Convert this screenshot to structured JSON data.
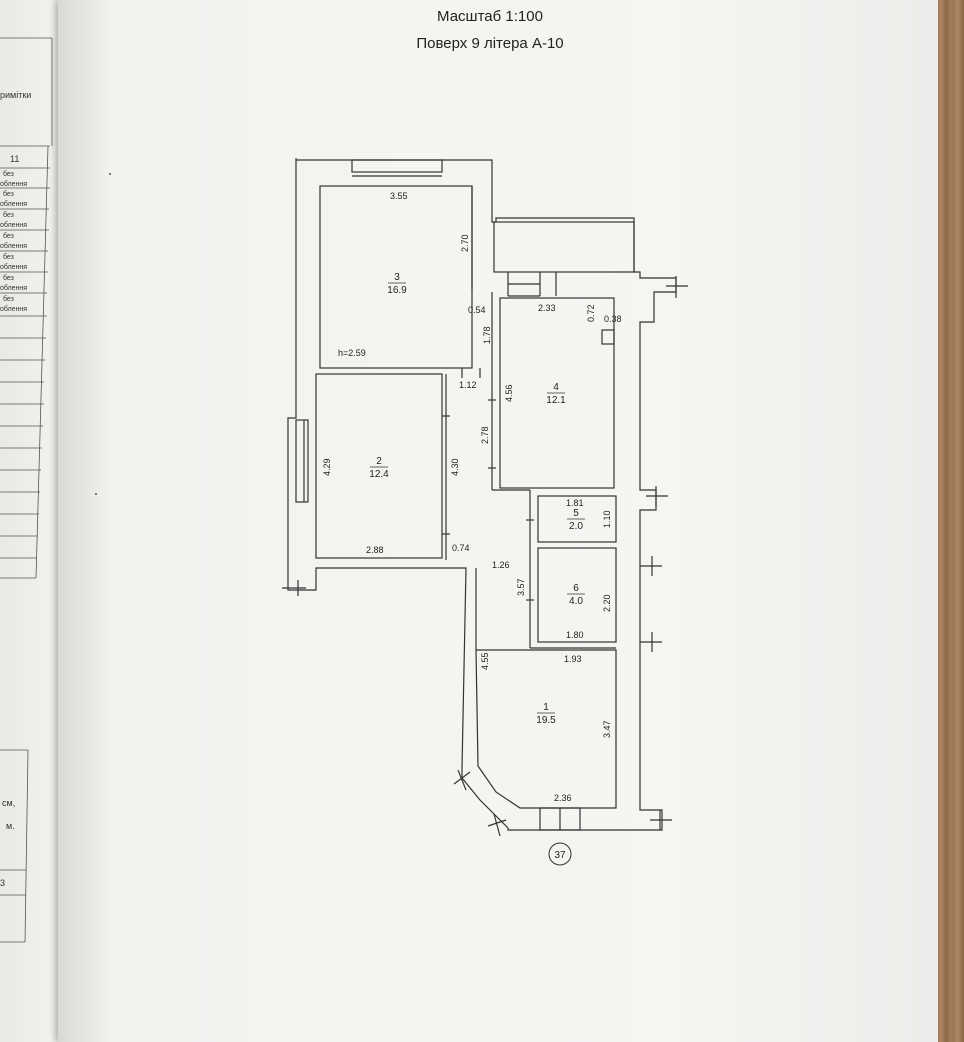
{
  "header": {
    "scale": "Масштаб 1:100",
    "floor": "Поверх 9  літера А-10"
  },
  "left_sheet": {
    "column_title": "римітки",
    "column_number": "11",
    "rows": [
      "без",
      "облення",
      "без",
      "облення",
      "без",
      "облення",
      "без",
      "облення",
      "без",
      "облення",
      "без",
      "облення",
      "без",
      "облення"
    ],
    "bottom_labels": [
      "см,",
      "м.",
      "3"
    ]
  },
  "rooms": [
    {
      "number": "3",
      "area": "16.9"
    },
    {
      "number": "2",
      "area": "12.4"
    },
    {
      "number": "4",
      "area": "12.1"
    },
    {
      "number": "5",
      "area": "2.0"
    },
    {
      "number": "6",
      "area": "4.0"
    },
    {
      "number": "1",
      "area": "19.5"
    }
  ],
  "dimensions": {
    "d_3_55": "3.55",
    "d_2_70": "2.70",
    "d_0_54": "0.54",
    "d_1_78": "1.78",
    "d_h": "h=2.59",
    "d_1_12": "1.12",
    "d_4_56": "4.56",
    "d_2_78": "2.78",
    "d_2_33": "2.33",
    "d_0_72": "0.72",
    "d_0_38": "0.38",
    "d_4_29": "4.29",
    "d_4_30": "4.30",
    "d_2_88": "2.88",
    "d_0_74": "0.74",
    "d_1_81": "1.81",
    "d_1_10": "1.10",
    "d_1_26": "1.26",
    "d_3_57": "3.57",
    "d_2_20": "2.20",
    "d_1_80": "1.80",
    "d_1_93": "1.93",
    "d_4_55": "4.55",
    "d_3_47": "3.47",
    "d_2_36": "2.36"
  },
  "apartment_number": "37"
}
